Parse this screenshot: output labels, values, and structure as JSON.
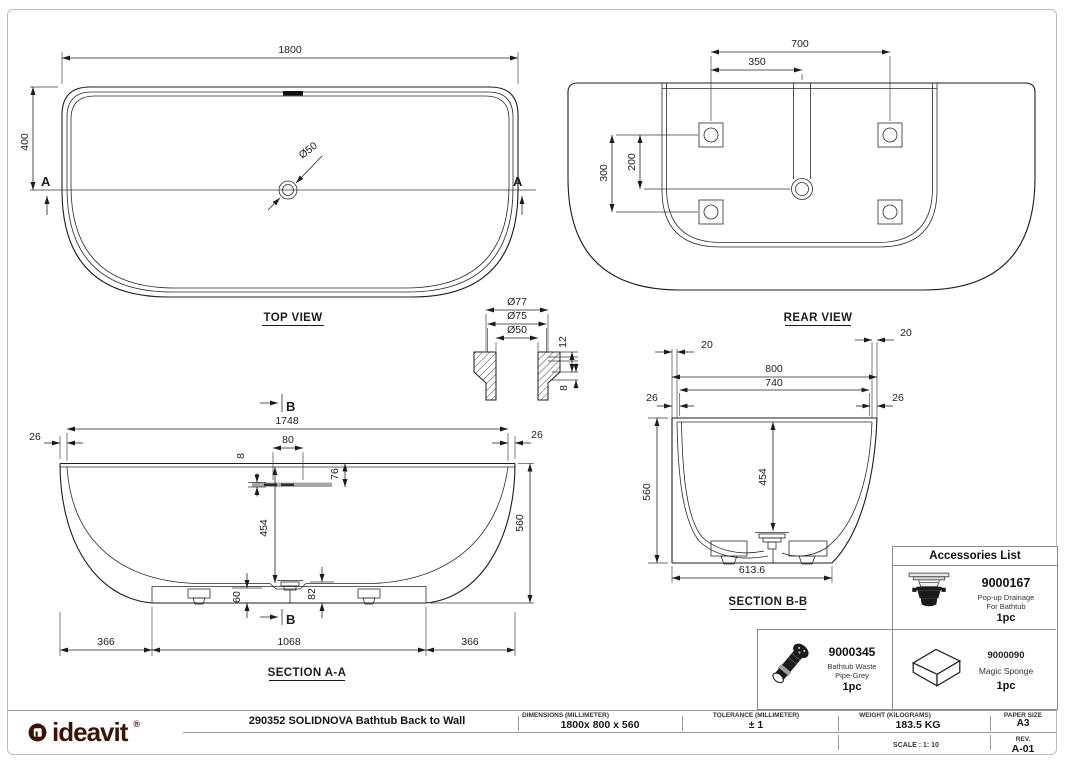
{
  "labels": {
    "top_view": "TOP VIEW",
    "rear_view": "REAR VIEW",
    "section_aa": "SECTION A-A",
    "section_bb": "SECTION B-B"
  },
  "markers": {
    "a": "A",
    "b": "B"
  },
  "dims": {
    "tv_1800": "1800",
    "tv_400": "400",
    "tv_d50": "Ø50",
    "rv_700": "700",
    "rv_350": "350",
    "rv_300": "300",
    "rv_200": "200",
    "dd_77": "Ø77",
    "dd_75": "Ø75",
    "dd_50": "Ø50",
    "dd_12": "12",
    "dd_8": "8",
    "sa_1748": "1748",
    "sa_26": "26",
    "sa_80": "80",
    "sa_8": "8",
    "sa_76": "76",
    "sa_454": "454",
    "sa_560": "560",
    "sa_60": "60",
    "sa_82": "82",
    "sa_366": "366",
    "sa_1068": "1068",
    "sb_20": "20",
    "sb_800": "800",
    "sb_740": "740",
    "sb_26": "26",
    "sb_560": "560",
    "sb_454": "454",
    "sb_6136": "613.6"
  },
  "accessories": {
    "title": "Accessories List",
    "items": [
      {
        "code": "9000167",
        "name_line1": "Pop-up Drainage",
        "name_line2": "For Bathtub",
        "qty": "1pc"
      },
      {
        "code": "9000345",
        "name_line1": "Bathtub Waste",
        "name_line2": "Pipe-Grey",
        "qty": "1pc"
      },
      {
        "code": "9000090",
        "name_line1": "Magic Sponge",
        "name_line2": "",
        "qty": "1pc"
      }
    ]
  },
  "title_block": {
    "logo_text": "ideavit",
    "logo_reg": "®",
    "drawing_title": "290352 SOLIDNOVA Bathtub Back to Wall",
    "dimensions_label": "DIMENSIONS (MILLIMETER)",
    "dimensions_value": "1800x 800 x 560",
    "tolerance_label": "TOLERANCE (MILLIMETER)",
    "tolerance_value": "± 1",
    "weight_label": "WEIGHT (KILOGRAMS)",
    "weight_value": "183.5 KG",
    "scale_value": "SCALE : 1: 10",
    "paper_size_label": "PAPER SIZE",
    "paper_size_value": "A3",
    "rev_label": "REV.",
    "rev_value": "A-01"
  },
  "colors": {
    "line": "#1c1c1c",
    "border": "#bcbcbc",
    "logo": "#3a1505"
  }
}
